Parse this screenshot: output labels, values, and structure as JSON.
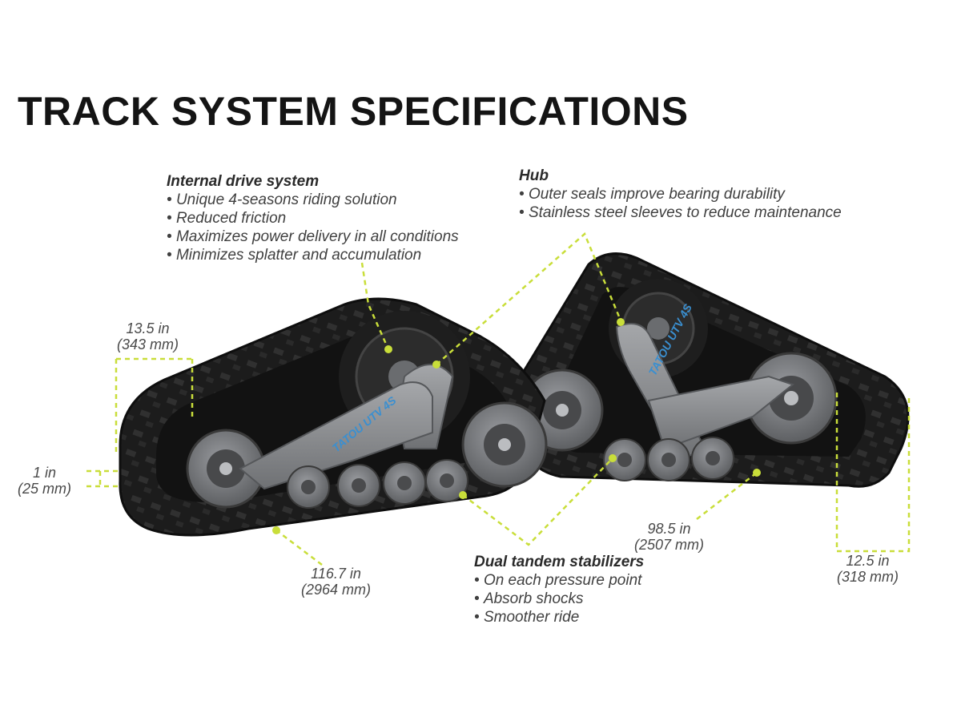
{
  "title": "TRACK SYSTEM SPECIFICATIONS",
  "colors": {
    "leader_line": "#c9de3a",
    "track_rubber": "#1c1c1c",
    "frame_gray": "#8d8f92",
    "wheel_gray": "#7a7c7f",
    "brand_blue": "#3a8fd0"
  },
  "callouts": {
    "internal_drive": {
      "heading": "Internal drive system",
      "items": [
        "Unique 4-seasons riding solution",
        "Reduced friction",
        "Maximizes power delivery in all conditions",
        "Minimizes splatter and accumulation"
      ]
    },
    "hub": {
      "heading": "Hub",
      "items": [
        "Outer seals improve bearing durability",
        "Stainless steel sleeves to reduce maintenance"
      ]
    },
    "stabilizers": {
      "heading": "Dual tandem stabilizers",
      "items": [
        "On each pressure point",
        "Absorb shocks",
        "Smoother ride"
      ]
    }
  },
  "dimensions": {
    "height": {
      "imperial": "13.5 in",
      "metric": "(343 mm)"
    },
    "lug": {
      "imperial": "1 in",
      "metric": "(25 mm)"
    },
    "rear_length": {
      "imperial": "116.7 in",
      "metric": "(2964 mm)"
    },
    "front_length": {
      "imperial": "98.5 in",
      "metric": "(2507 mm)"
    },
    "width": {
      "imperial": "12.5 in",
      "metric": "(318 mm)"
    }
  },
  "brand_labels": {
    "rear_track": "TATOU UTV 4S",
    "front_track": "TATOU UTV 4S"
  }
}
